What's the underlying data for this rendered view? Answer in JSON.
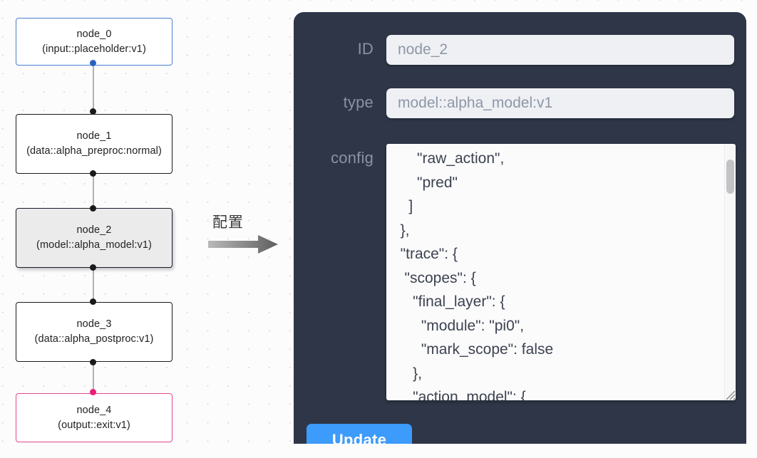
{
  "graph": {
    "nodes": [
      {
        "id": "node_0",
        "label": "node_0\n(input::placeholder:v1)",
        "kind": "input",
        "selected": false,
        "accent": "#4a7fd1"
      },
      {
        "id": "node_1",
        "label": "node_1\n(data::alpha_preproc:normal)",
        "kind": "default",
        "selected": false,
        "accent": "#1a1a1a"
      },
      {
        "id": "node_2",
        "label": "node_2\n(model::alpha_model:v1)",
        "kind": "default",
        "selected": true,
        "accent": "#1b1b2b"
      },
      {
        "id": "node_3",
        "label": "node_3\n(data::alpha_postproc:v1)",
        "kind": "default",
        "selected": false,
        "accent": "#1a1a1a"
      },
      {
        "id": "node_4",
        "label": "node_4\n(output::exit:v1)",
        "kind": "output",
        "selected": false,
        "accent": "#e0498f"
      }
    ],
    "edges": [
      {
        "from": "node_0",
        "to": "node_1"
      },
      {
        "from": "node_1",
        "to": "node_2"
      },
      {
        "from": "node_2",
        "to": "node_3"
      },
      {
        "from": "node_3",
        "to": "node_4"
      }
    ]
  },
  "annotation": {
    "arrow_label": "配置",
    "arrow_color": "#7d7d7d"
  },
  "panel": {
    "background": "#2e3647",
    "id_field": {
      "label": "ID",
      "value": "node_2",
      "placeholder": "node_2"
    },
    "type_field": {
      "label": "type",
      "value": "model::alpha_model:v1",
      "placeholder": "model::alpha_model:v1"
    },
    "config_field": {
      "label": "config",
      "value": "      \"raw_action\",\n      \"pred\"\n    ]\n  },\n  \"trace\": {\n   \"scopes\": {\n     \"final_layer\": {\n       \"module\": \"pi0\",\n       \"mark_scope\": false\n     },\n     \"action_model\": {"
    },
    "update_button": {
      "label": "Update",
      "color": "#3d9bfb"
    }
  }
}
